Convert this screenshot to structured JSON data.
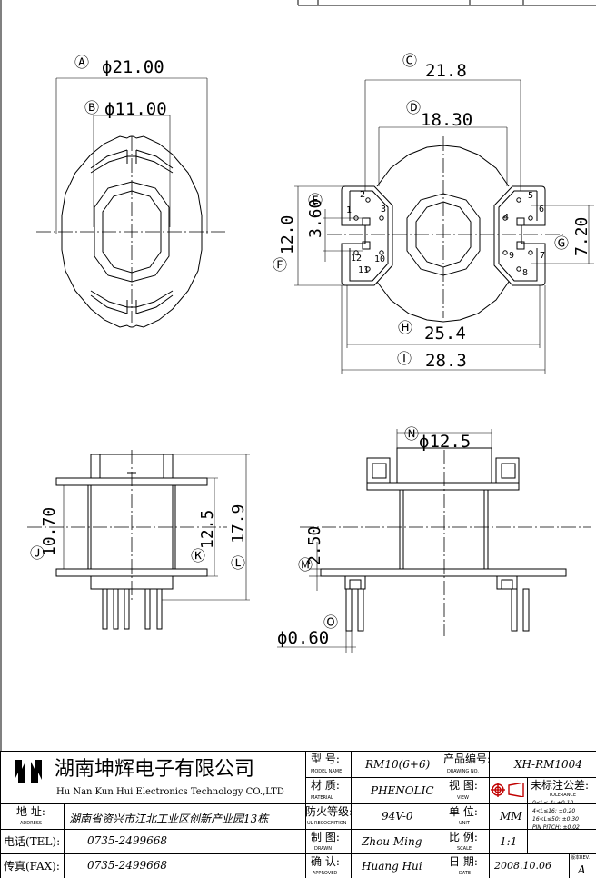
{
  "views": {
    "top": {
      "labels": [
        "Ⓐ",
        "Ⓑ"
      ],
      "dims": [
        "ϕ21.00",
        "ϕ11.00"
      ]
    },
    "front": {
      "labels": [
        "Ⓒ",
        "Ⓓ",
        "Ⓔ",
        "Ⓕ",
        "Ⓖ",
        "Ⓗ",
        "Ⓘ"
      ],
      "dims": [
        "21.8",
        "18.30",
        "3.60",
        "12.0",
        "7.20",
        "25.4",
        "28.3"
      ],
      "pins_left": [
        "1",
        "2",
        "3",
        "10",
        "11",
        "12"
      ],
      "pins_right": [
        "4",
        "5",
        "6",
        "7",
        "8",
        "9"
      ]
    },
    "side": {
      "labels": [
        "Ⓙ",
        "Ⓚ",
        "Ⓛ"
      ],
      "dims": [
        "10.70",
        "12.5",
        "17.9"
      ]
    },
    "section": {
      "labels": [
        "Ⓝ",
        "Ⓜ",
        "Ⓞ"
      ],
      "dims": [
        "ϕ12.5",
        "2.50",
        "ϕ0.60"
      ]
    }
  },
  "title_block": {
    "company_cn": "湖南坤辉电子有限公司",
    "company_en": "Hu Nan Kun Hui Electronics Technology CO.,LTD",
    "address_label": "地 址:",
    "address_sub": "ADDRESS",
    "address_value": "湖南省资兴市江北工业区创新产业园13栋",
    "tel_label": "电话(TEL):",
    "tel_value": "0735-2499668",
    "fax_label": "传真(FAX):",
    "fax_value": "0735-2499668",
    "model_label": "型 号:",
    "model_sub": "MODEL NAME",
    "model_value": "RM10(6+6)",
    "material_label": "材 质:",
    "material_sub": "MATERIAL",
    "material_value": "PHENOLIC",
    "flame_label": "防火等级:",
    "flame_sub": "UL RECOGNITION",
    "flame_value": "94V-0",
    "drawn_label": "制 图:",
    "drawn_sub": "DRAWN",
    "drawn_value": "Zhou Ming",
    "approved_label": "确 认:",
    "approved_sub": "APPROVED",
    "approved_value": "Huang Hui",
    "drawing_no_label": "产品编号:",
    "drawing_no_sub": "DRAWING NO.",
    "drawing_no_value": "XH-RM1004",
    "view_label": "视 图:",
    "view_sub": "VIEW",
    "unit_label": "单 位:",
    "unit_sub": "UNIT",
    "unit_value": "MM",
    "scale_label": "比 例:",
    "scale_sub": "SCALE",
    "scale_value": "1:1",
    "date_label": "日 期:",
    "date_sub": "DATE",
    "date_value": "2008.10.06",
    "rev_label": "版本REV.",
    "rev_value": "A",
    "tolerance_title": "未标注公差:",
    "tolerance_sub": "TOLERANCE",
    "tolerances": [
      "0<L≤ 4:   ±0.10",
      "4<L≤16:   ±0.20",
      "16<L≤50:  ±0.30",
      "PIN PITCH: ±0.02"
    ]
  }
}
